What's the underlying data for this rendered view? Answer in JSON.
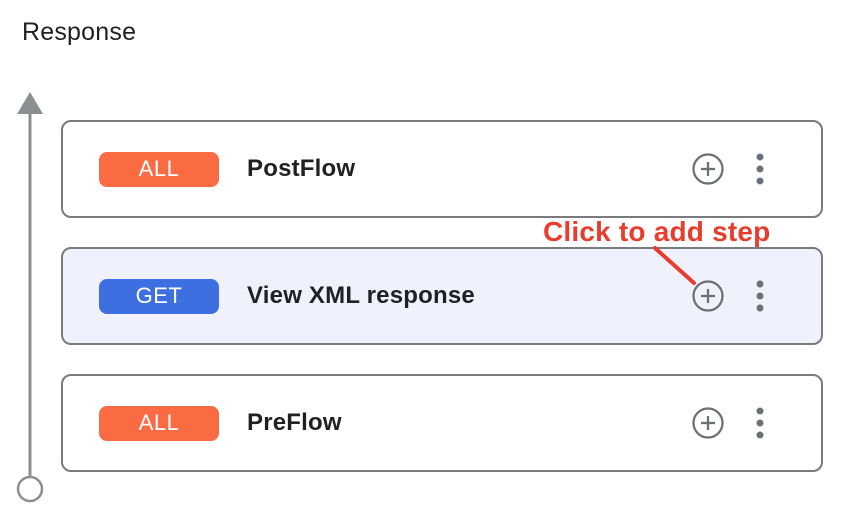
{
  "section": {
    "title": "Response"
  },
  "annotation": {
    "label": "Click to add step"
  },
  "flows": [
    {
      "method": "ALL",
      "name": "PostFlow",
      "selected": false,
      "badge_color": "#FA6B44"
    },
    {
      "method": "GET",
      "name": "View XML response",
      "selected": true,
      "badge_color": "#3D6FE0"
    },
    {
      "method": "ALL",
      "name": "PreFlow",
      "selected": false,
      "badge_color": "#FA6B44"
    }
  ],
  "icons": {
    "add_step": "add-circle-icon",
    "more_options": "kebab-menu-icon",
    "rail_arrow": "arrow-up-icon",
    "rail_end": "circle-terminal-icon"
  },
  "colors": {
    "card-border": "#797B7E",
    "selected-bg": "#EFF2FC",
    "rail": "#8C8F92",
    "icon": "#6D7175",
    "annotation-red": "#E93C2D",
    "text": "#202124",
    "badge-text": "#FFFFFF"
  }
}
